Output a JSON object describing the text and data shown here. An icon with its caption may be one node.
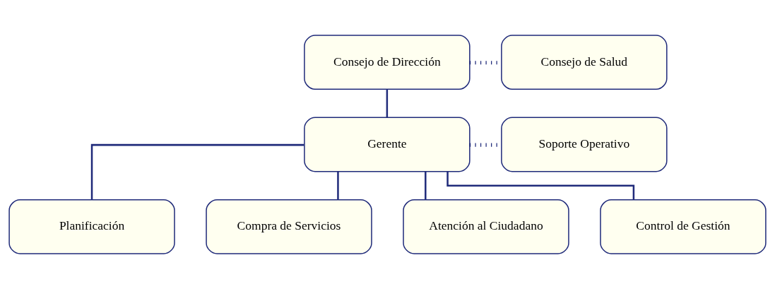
{
  "diagram": {
    "nodes": [
      {
        "text": [
          "Consejo de Dirección"
        ]
      },
      {
        "text": [
          "Consejo de Salud"
        ]
      },
      {
        "text": [
          "Gerente"
        ]
      },
      {
        "text": [
          "Soporte Operativo"
        ]
      },
      {
        "text": [
          "Planificación"
        ]
      },
      {
        "text": [
          "Compra de Servicios"
        ]
      },
      {
        "text": [
          "Atención al Ciudadano"
        ]
      },
      {
        "text": [
          "Control de Gestión"
        ]
      }
    ],
    "edges": [
      {
        "from": 0,
        "to": 1,
        "arrow": "none",
        "style": "dashed"
      },
      {
        "from": 0,
        "to": 2,
        "arrow": "none"
      },
      {
        "from": 2,
        "to": 3,
        "arrow": "none",
        "style": "dashed"
      },
      {
        "from": 2,
        "to": 4,
        "arrow": "none"
      },
      {
        "from": 2,
        "to": 5,
        "arrow": "none"
      },
      {
        "from": 2,
        "to": 6,
        "arrow": "none"
      },
      {
        "from": 2,
        "to": 7,
        "arrow": "none"
      }
    ]
  }
}
